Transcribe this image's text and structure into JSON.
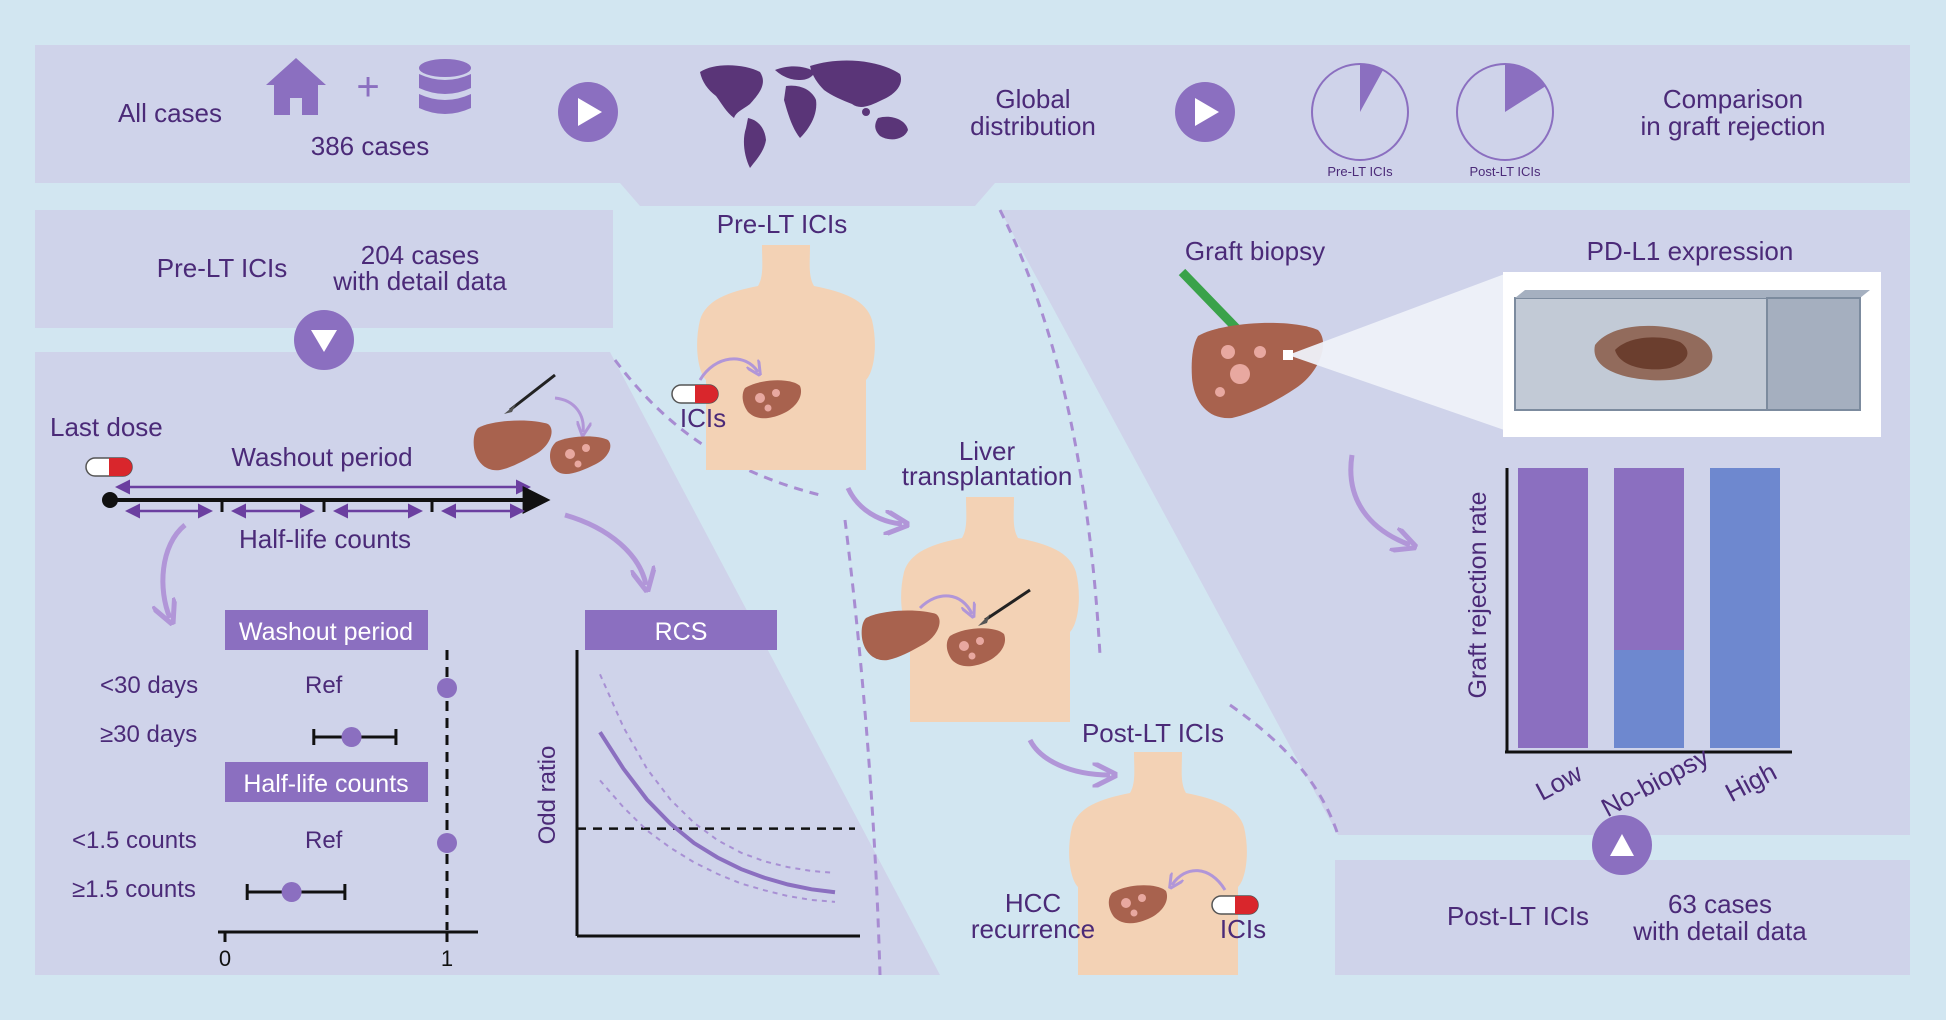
{
  "top": {
    "all_cases": "All cases",
    "case_count": "386 cases",
    "global_line1": "Global",
    "global_line2": "distribution",
    "pie_pre_label": "Pre-LT ICIs",
    "pie_post_label": "Post-LT ICIs",
    "comparison_line1": "Comparison",
    "comparison_line2": "in graft rejection"
  },
  "pre_panel": {
    "title": "Pre-LT ICIs",
    "count_line1": "204 cases",
    "count_line2": "with detail data"
  },
  "timeline": {
    "last_dose": "Last dose",
    "washout": "Washout period",
    "half_life": "Half-life counts"
  },
  "forest": {
    "washout_header": "Washout period",
    "row1_label": "<30 days",
    "row1_ref": "Ref",
    "row2_label": "≥30 days",
    "halflife_header": "Half-life counts",
    "row3_label": "<1.5 counts",
    "row3_ref": "Ref",
    "row4_label": "≥1.5 counts",
    "tick0": "0",
    "tick1": "1"
  },
  "rcs": {
    "header": "RCS",
    "ylabel": "Odd ratio"
  },
  "center": {
    "pre_title": "Pre-LT ICIs",
    "icis_left": "ICIs",
    "lt_line1": "Liver",
    "lt_line2": "transplantation",
    "post_title": "Post-LT ICIs",
    "hcc_line1": "HCC",
    "hcc_line2": "recurrence",
    "icis_right": "ICIs"
  },
  "right": {
    "graft_biopsy": "Graft biopsy",
    "pdl1": "PD-L1 expression"
  },
  "post_panel": {
    "title": "Post-LT ICIs",
    "count_line1": "63 cases",
    "count_line2": "with detail data"
  },
  "colors": {
    "purple_panel": "#cfd3ea",
    "accent_purple": "#8b6fc0",
    "blue_bar": "#6e88cf",
    "text": "#4b2a78",
    "skin": "#f3d2b5",
    "liver": "#a8624e"
  },
  "chart_data": [
    {
      "type": "forest",
      "xlim": [
        0,
        1
      ],
      "tick_labels": [
        "0",
        "1"
      ],
      "groups": [
        {
          "header": "Washout period",
          "rows": [
            {
              "label": "<30 days",
              "ref": true,
              "estimate": 1
            },
            {
              "label": "≥30 days",
              "ref": false,
              "estimate": 0.57,
              "lower": 0.4,
              "upper": 0.77
            }
          ]
        },
        {
          "header": "Half-life counts",
          "rows": [
            {
              "label": "<1.5 counts",
              "ref": true,
              "estimate": 1
            },
            {
              "label": "≥1.5 counts",
              "ref": false,
              "estimate": 0.3,
              "lower": 0.1,
              "upper": 0.54
            }
          ]
        }
      ]
    },
    {
      "type": "line",
      "title": "RCS",
      "ylabel": "Odd ratio",
      "x": [
        0,
        0.1,
        0.2,
        0.3,
        0.4,
        0.5,
        0.6,
        0.7,
        0.8,
        0.9,
        1.0
      ],
      "series": [
        {
          "values": [
            2.0,
            1.62,
            1.3,
            1.05,
            0.85,
            0.7,
            0.58,
            0.49,
            0.42,
            0.37,
            0.34
          ]
        },
        {
          "values": [
            2.6,
            2.05,
            1.62,
            1.3,
            1.06,
            0.88,
            0.75,
            0.66,
            0.6,
            0.56,
            0.54
          ]
        },
        {
          "values": [
            1.5,
            1.22,
            0.98,
            0.8,
            0.65,
            0.53,
            0.43,
            0.36,
            0.3,
            0.26,
            0.24
          ]
        }
      ],
      "reference_y": 1,
      "ylim": [
        0,
        2.8
      ]
    },
    {
      "type": "bar",
      "ylabel": "Graft rejection rate",
      "categories": [
        "Low",
        "No-biopsy",
        "High"
      ],
      "ylim": [
        0,
        1
      ],
      "series": [
        {
          "color": "#8b6fc0",
          "values": [
            1.0,
            0.65,
            0.0
          ]
        },
        {
          "color": "#6e88cf",
          "values": [
            0.0,
            0.35,
            1.0
          ]
        }
      ]
    },
    {
      "type": "pie",
      "labels": [
        "Pre-LT ICIs",
        "Post-LT ICIs"
      ],
      "values": [
        0.08,
        0.16
      ]
    }
  ]
}
